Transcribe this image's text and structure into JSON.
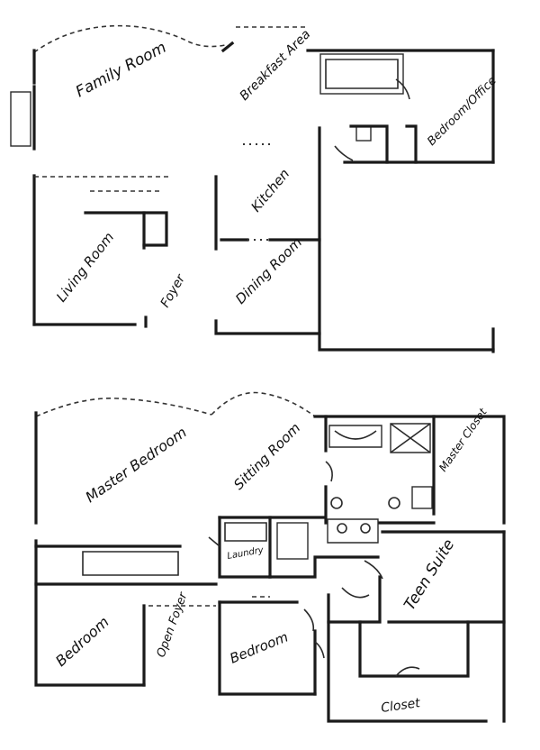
{
  "floor_plans": {
    "first_floor": {
      "rooms": [
        {
          "id": "family-room",
          "label": "Family Room"
        },
        {
          "id": "breakfast-area",
          "label": "Breakfast Area"
        },
        {
          "id": "bedroom-office",
          "label": "Bedroom/Office"
        },
        {
          "id": "kitchen",
          "label": "Kitchen"
        },
        {
          "id": "living-room",
          "label": "Living Room"
        },
        {
          "id": "foyer",
          "label": "Foyer"
        },
        {
          "id": "dining-room",
          "label": "Dining Room"
        }
      ]
    },
    "second_floor": {
      "rooms": [
        {
          "id": "master-bedroom",
          "label": "Master Bedroom"
        },
        {
          "id": "sitting-room",
          "label": "Sitting Room"
        },
        {
          "id": "master-closet",
          "label": "Master Closet"
        },
        {
          "id": "laundry",
          "label": "Laundry"
        },
        {
          "id": "teen-suite",
          "label": "Teen Suite"
        },
        {
          "id": "bedroom-left",
          "label": "Bedroom"
        },
        {
          "id": "open-foyer",
          "label": "Open Foyer"
        },
        {
          "id": "bedroom-middle",
          "label": "Bedroom"
        },
        {
          "id": "closet",
          "label": "Closet"
        }
      ]
    }
  }
}
